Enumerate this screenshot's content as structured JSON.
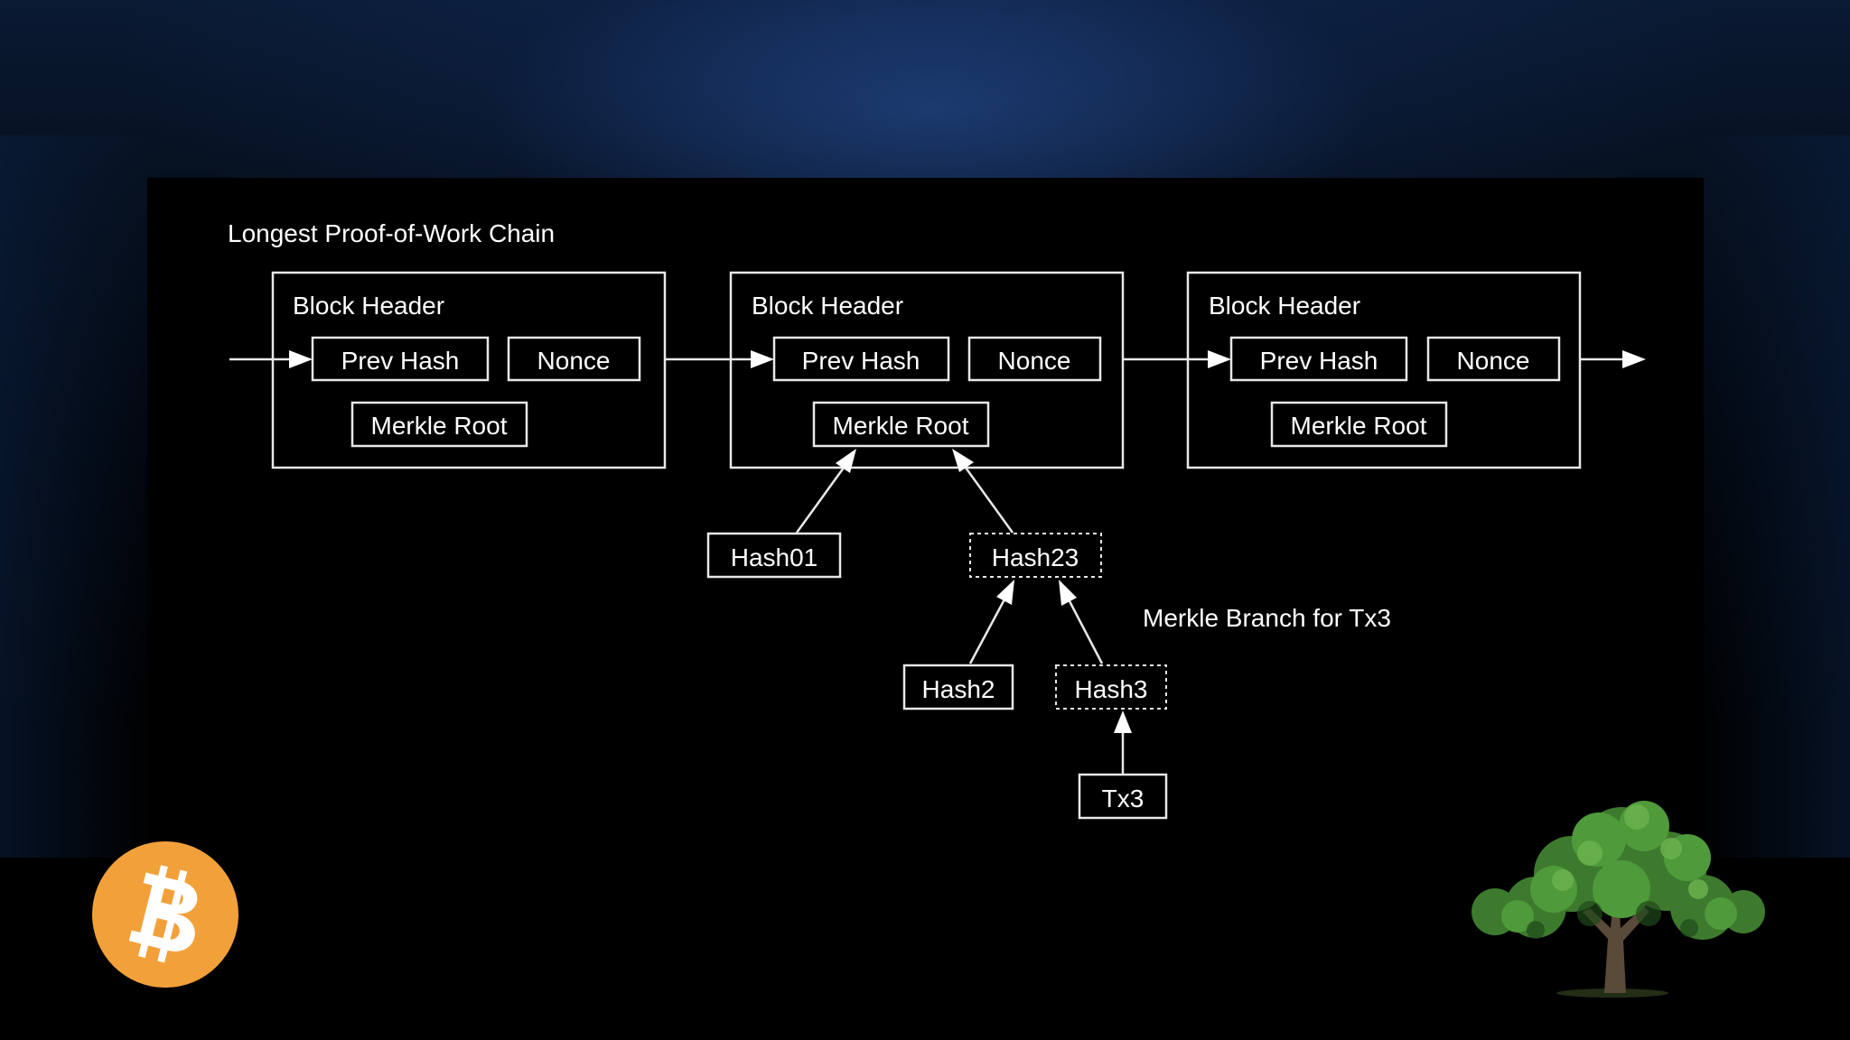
{
  "title": "Longest Proof-of-Work Chain",
  "block_header_label": "Block Header",
  "prev_hash_label": "Prev Hash",
  "nonce_label": "Nonce",
  "merkle_root_label": "Merkle Root",
  "hash01_label": "Hash01",
  "hash23_label": "Hash23",
  "hash2_label": "Hash2",
  "hash3_label": "Hash3",
  "tx3_label": "Tx3",
  "merkle_branch_label": "Merkle Branch for Tx3",
  "logo_icon": "bitcoin-icon",
  "tree_icon": "tree-icon",
  "colors": {
    "bitcoin_orange": "#f2a13a",
    "line_color": "#e8e8e8"
  }
}
